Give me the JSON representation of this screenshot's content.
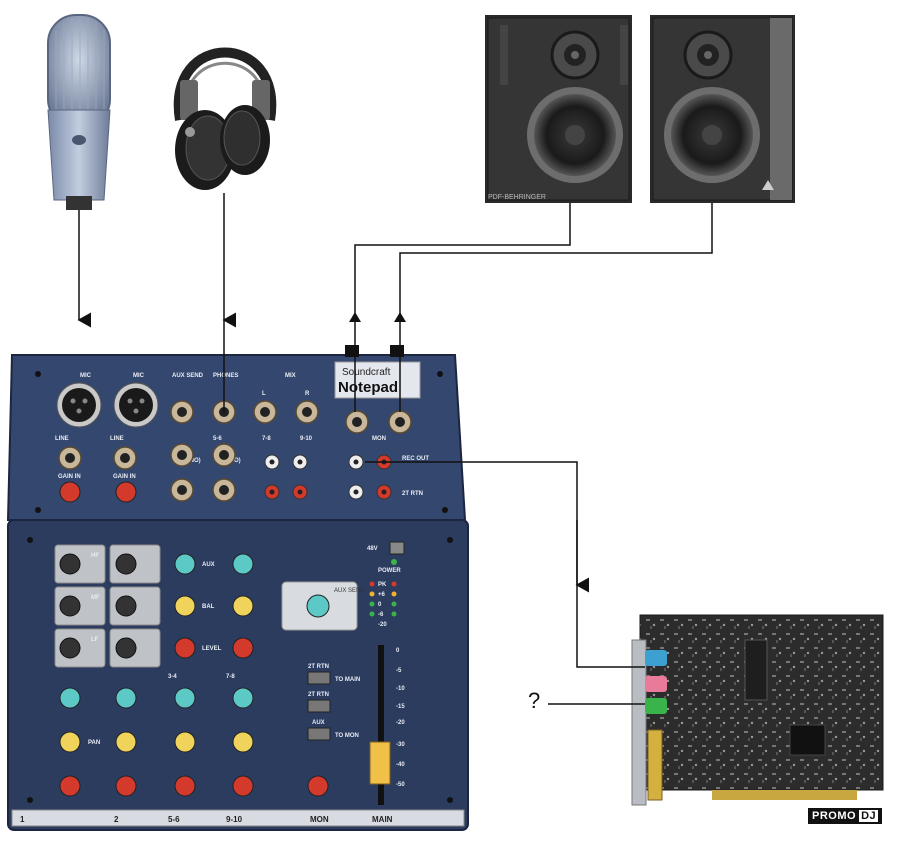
{
  "mixer": {
    "brand": "Soundcraft",
    "model": "Notepad",
    "top_labels": [
      "MIC",
      "MIC",
      "AUX SEND",
      "PHONES",
      "MIX",
      "L",
      "R",
      "MON",
      "REC OUT",
      "2T RTN",
      "LINE",
      "LINE",
      "GAIN IN",
      "GAIN IN",
      "5-6",
      "7-8",
      "9-10",
      "(MONO)",
      "(MONO)"
    ],
    "knob_labels": [
      "AUX",
      "PAN",
      "BAL",
      "LEVEL",
      "HF",
      "MF",
      "LF",
      "AUX SEND",
      "TO MAIN",
      "TO MON",
      "POWER",
      "48V",
      "PK",
      "MAIN"
    ],
    "buttons": [
      "2T RTN",
      "2T RTN",
      "AUX"
    ],
    "strip_labels": [
      "1",
      "2",
      "5-6",
      "9-10",
      "MON",
      "MAIN"
    ],
    "meter_labels": [
      "PK",
      "+6",
      "0",
      "-6",
      "-20"
    ],
    "fader_scale": [
      "0",
      "-5",
      "-10",
      "-15",
      "-20",
      "-30",
      "-40",
      "-50"
    ],
    "section_labels": [
      "3-4",
      "7-8"
    ]
  },
  "speaker_caption": "PDF-BEHRINGER",
  "question_mark": "?",
  "watermark": {
    "promo": "PROMO",
    "dj": "DJ"
  },
  "colors": {
    "mixer_body": "#34476e",
    "mixer_dark": "#24304b",
    "knob_red": "#d33a2c",
    "knob_yellow": "#f0d35a",
    "knob_cyan": "#5dc9c6",
    "pcb": "#2b2b2b",
    "port_green": "#3ab34a",
    "port_pink": "#e97a9a",
    "port_blue": "#3ca0d0"
  },
  "icons": [
    "microphone-icon",
    "headphones-icon",
    "studio-monitor-icon",
    "sound-card-icon"
  ]
}
